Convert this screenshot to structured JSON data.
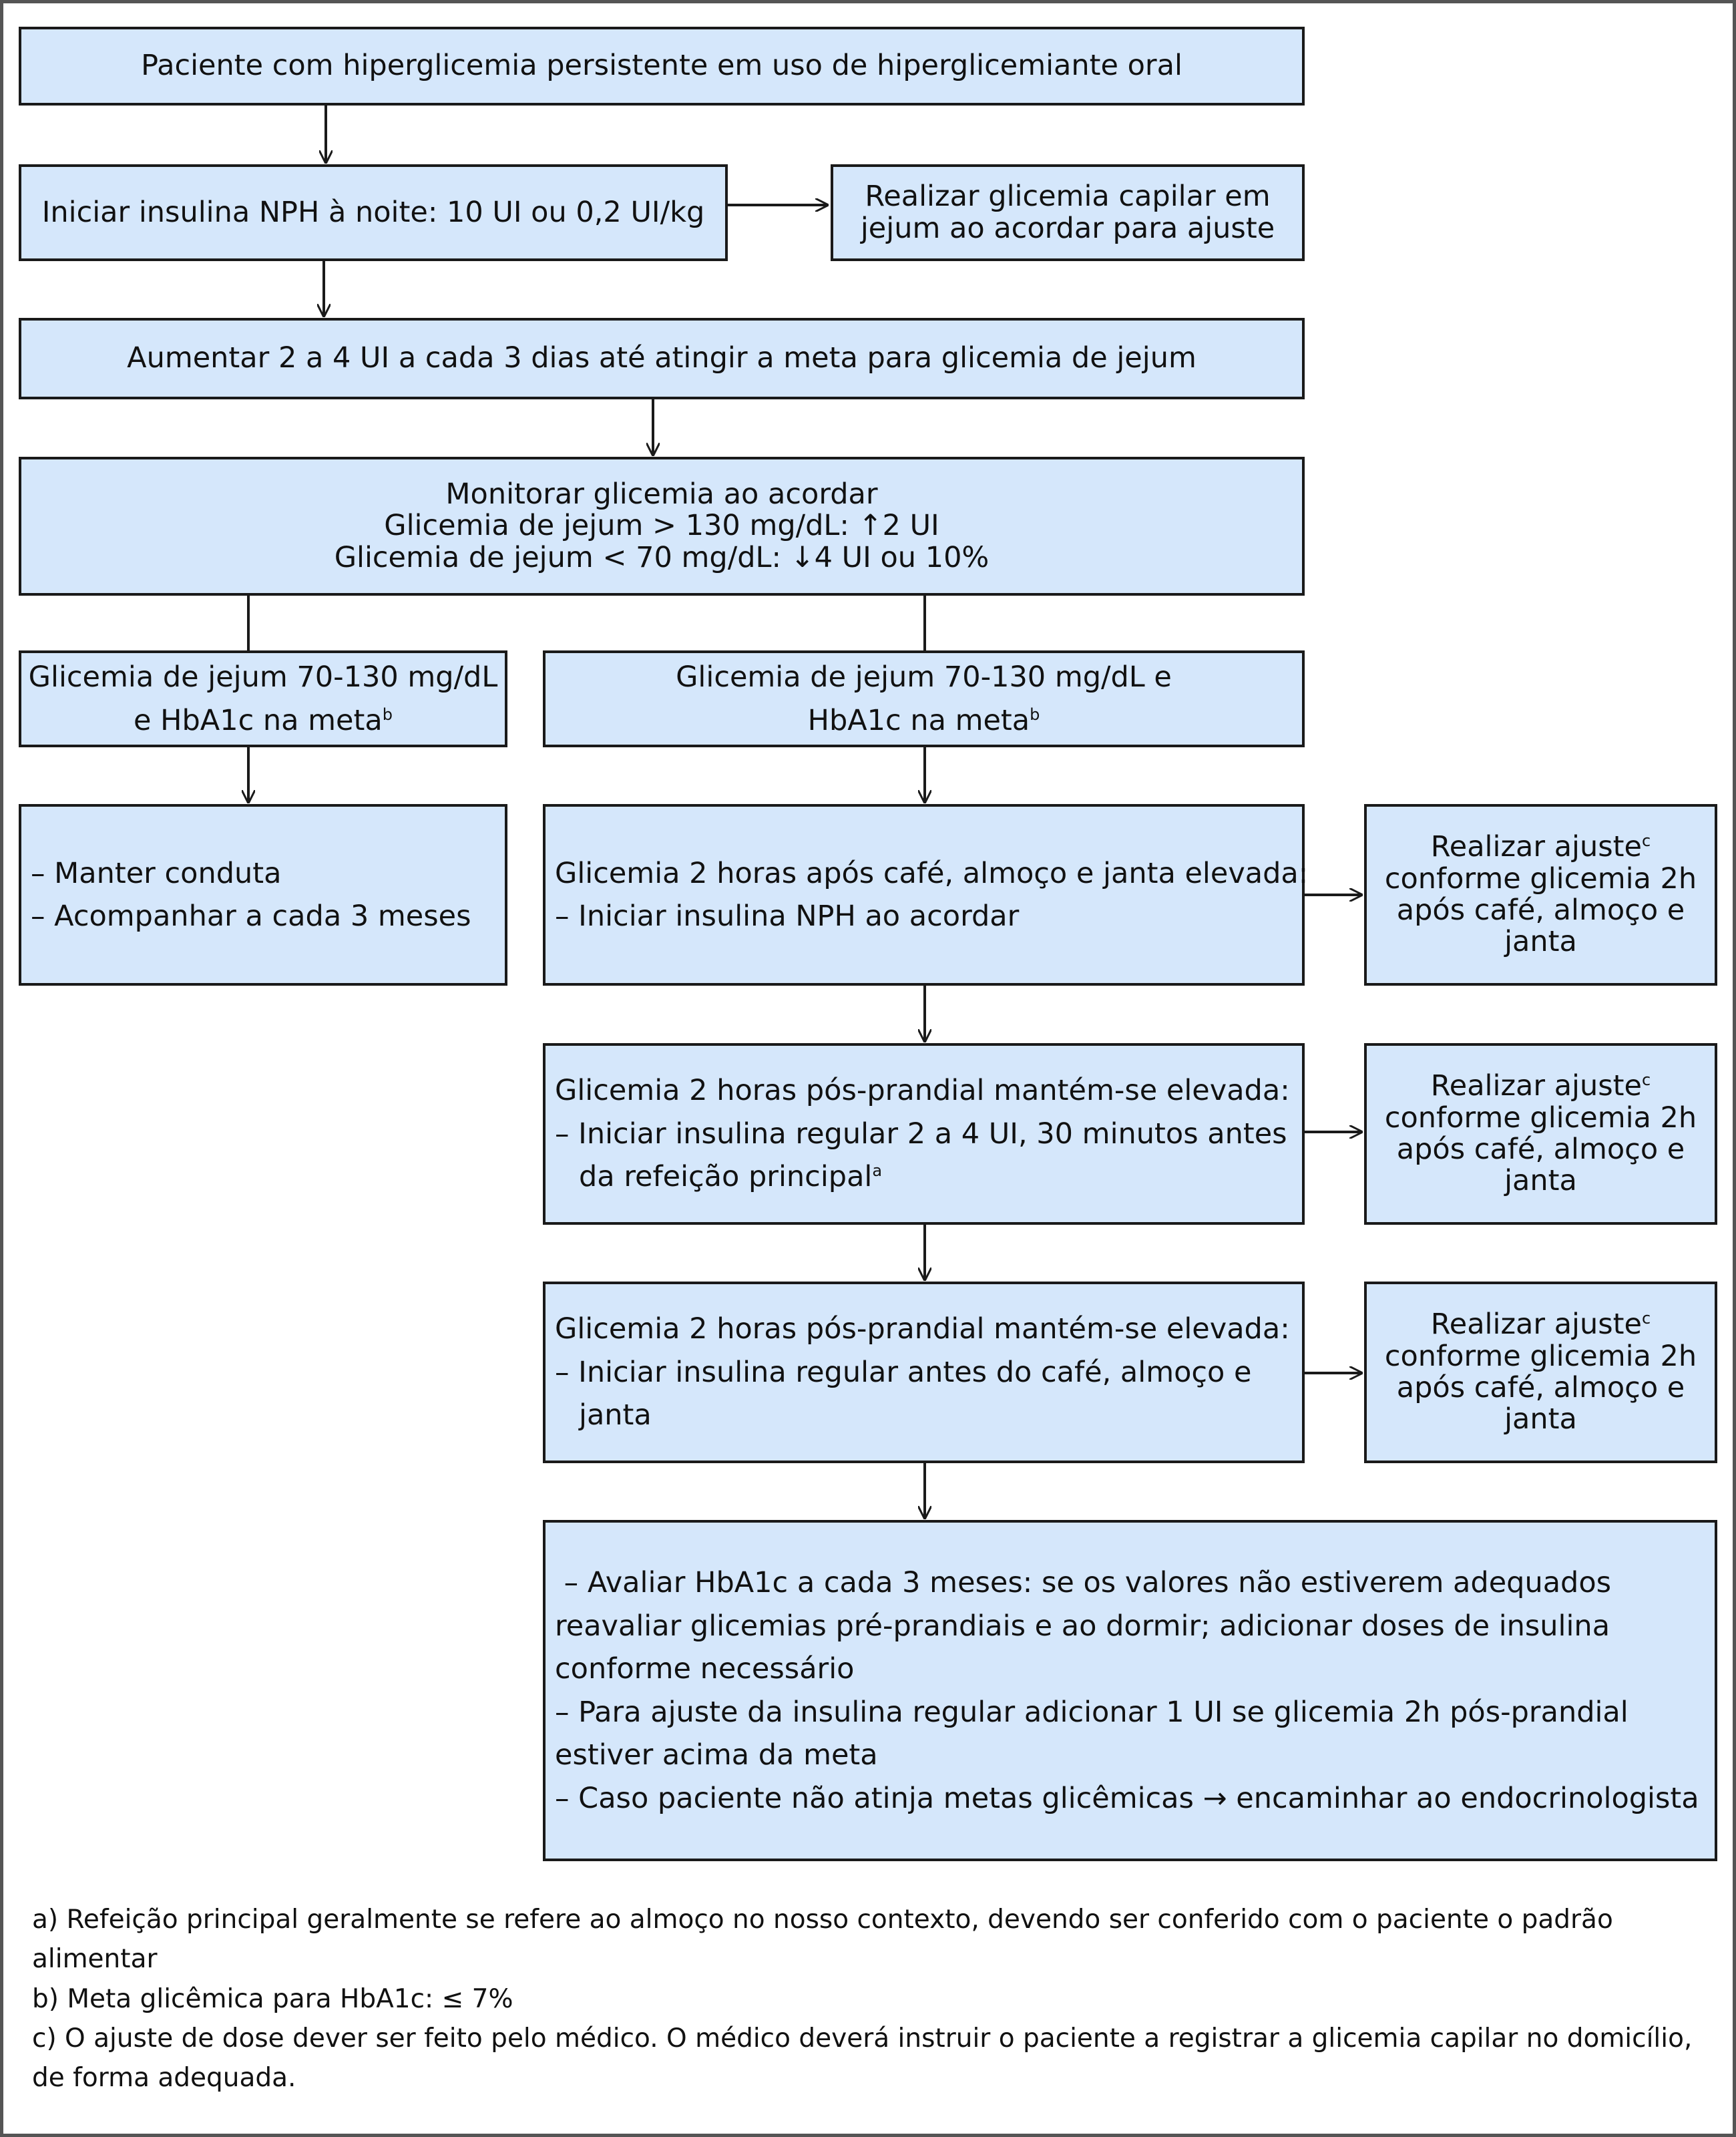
{
  "boxes": {
    "start": "Paciente com hiperglicemia persistente em uso de hiperglicemiante oral",
    "nph_start": "Iniciar insulina NPH à noite: 10 UI ou 0,2 UI/kg",
    "capillary": [
      "Realizar glicemia capilar em",
      "jejum ao acordar para ajuste"
    ],
    "increase": "Aumentar 2 a 4 UI a cada 3 dias até atingir a meta para glicemia de jejum",
    "monitor": [
      "Monitorar glicemia ao acordar",
      "Glicemia de jejum > 130 mg/dL: ↑2 UI",
      "Glicemia de jejum < 70 mg/dL: ↓4 UI ou 10%"
    ],
    "left_goal": {
      "line1": "Glicemia de jejum 70-130 mg/dL",
      "line2": "e HbA1c na meta",
      "sup": "b"
    },
    "right_goal": {
      "line1": "Glicemia de jejum 70-130 mg/dL e",
      "line2": "HbA1c na meta",
      "sup": "b"
    },
    "maintain": [
      "– Manter conduta",
      "– Acompanhar a cada 3 meses"
    ],
    "step1": [
      "Glicemia 2 horas após café, almoço e janta elevada:",
      "– Iniciar insulina NPH ao acordar"
    ],
    "step2": {
      "line1": "Glicemia 2 horas pós-prandial mantém-se elevada:",
      "line2": "– Iniciar insulina regular 2 a 4 UI, 30 minutos antes",
      "line3": "da refeição principal",
      "sup": "a"
    },
    "step3": [
      "Glicemia 2 horas pós-prandial mantém-se elevada:",
      "– Iniciar insulina regular antes do café, almoço e",
      "janta"
    ],
    "adjust": {
      "line1": "Realizar ajuste",
      "sup": "c",
      "line2": "conforme glicemia 2h",
      "line3": "após café, almoço e",
      "line4": "janta"
    },
    "final": [
      " – Avaliar HbA1c a cada 3 meses: se os valores não estiverem adequados",
      "reavaliar glicemias pré-prandiais e ao dormir; adicionar doses de insulina",
      "conforme necessário",
      "– Para ajuste da insulina regular adicionar 1 UI se glicemia 2h pós-prandial",
      "estiver acima da meta",
      "– Caso paciente não atinja metas glicêmicas → encaminhar ao endocrinologista"
    ]
  },
  "footnotes": [
    "a) Refeição principal geralmente se refere ao almoço no nosso contexto, devendo ser conferido com o paciente o padrão alimentar",
    "b) Meta glicêmica para HbA1c: ≤ 7%",
    "c) O ajuste de dose dever ser feito pelo médico. O médico deverá instruir o paciente a registrar a glicemia capilar no domicílio, de forma adequada."
  ]
}
